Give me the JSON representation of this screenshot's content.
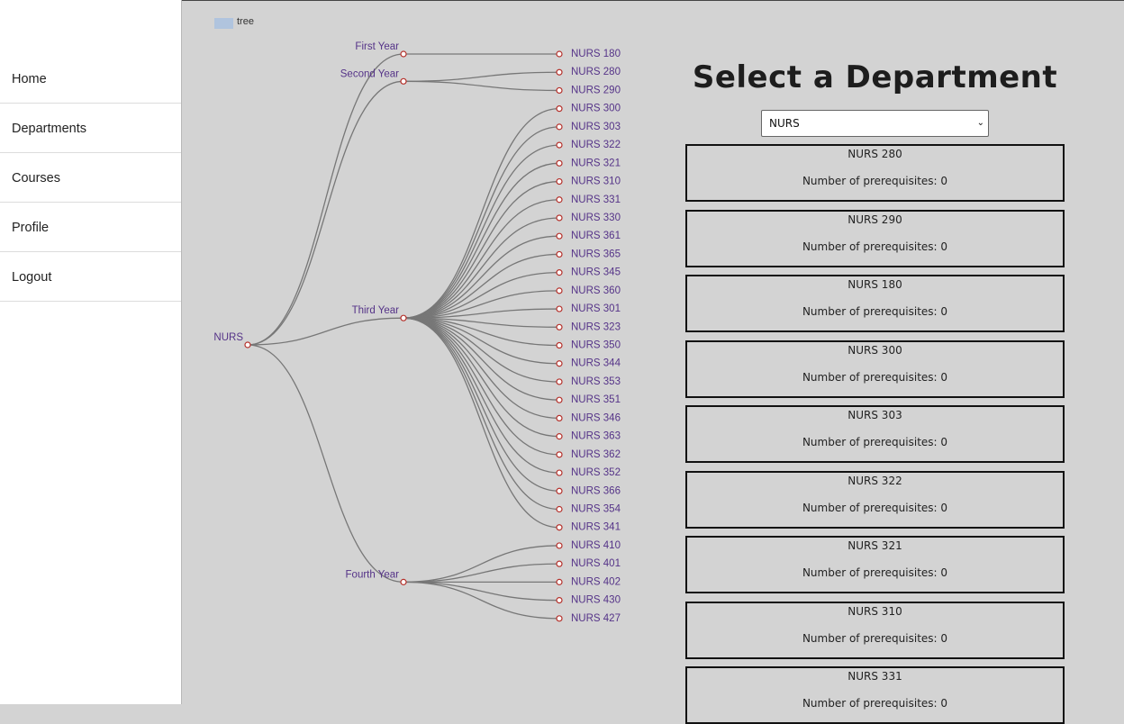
{
  "nav": {
    "items": [
      {
        "label": "Home"
      },
      {
        "label": "Departments"
      },
      {
        "label": "Courses"
      },
      {
        "label": "Profile"
      },
      {
        "label": "Logout"
      }
    ]
  },
  "legend": {
    "label": "tree",
    "color": "#b0c4de"
  },
  "tree": {
    "root": "NURS",
    "years": [
      {
        "name": "First Year",
        "courses": [
          "NURS 180"
        ]
      },
      {
        "name": "Second Year",
        "courses": [
          "NURS 280",
          "NURS 290"
        ]
      },
      {
        "name": "Third Year",
        "courses": [
          "NURS 300",
          "NURS 303",
          "NURS 322",
          "NURS 321",
          "NURS 310",
          "NURS 331",
          "NURS 330",
          "NURS 361",
          "NURS 365",
          "NURS 345",
          "NURS 360",
          "NURS 301",
          "NURS 323",
          "NURS 350",
          "NURS 344",
          "NURS 353",
          "NURS 351",
          "NURS 346",
          "NURS 363",
          "NURS 362",
          "NURS 352",
          "NURS 366",
          "NURS 354",
          "NURS 341"
        ]
      },
      {
        "name": "Fourth Year",
        "courses": [
          "NURS 410",
          "NURS 401",
          "NURS 402",
          "NURS 430",
          "NURS 427"
        ]
      }
    ],
    "colors": {
      "label": "#553388",
      "link": "#777777",
      "node_stroke": "#b5302a",
      "node_fill": "#ffffff"
    }
  },
  "main": {
    "title": "Select a Department",
    "selected_department": "NURS",
    "cards": [
      {
        "course": "NURS 280",
        "prereq_text": "Number of prerequisites: 0"
      },
      {
        "course": "NURS 290",
        "prereq_text": "Number of prerequisites: 0"
      },
      {
        "course": "NURS 180",
        "prereq_text": "Number of prerequisites: 0"
      },
      {
        "course": "NURS 300",
        "prereq_text": "Number of prerequisites: 0"
      },
      {
        "course": "NURS 303",
        "prereq_text": "Number of prerequisites: 0"
      },
      {
        "course": "NURS 322",
        "prereq_text": "Number of prerequisites: 0"
      },
      {
        "course": "NURS 321",
        "prereq_text": "Number of prerequisites: 0"
      },
      {
        "course": "NURS 310",
        "prereq_text": "Number of prerequisites: 0"
      },
      {
        "course": "NURS 331",
        "prereq_text": "Number of prerequisites: 0"
      }
    ]
  }
}
